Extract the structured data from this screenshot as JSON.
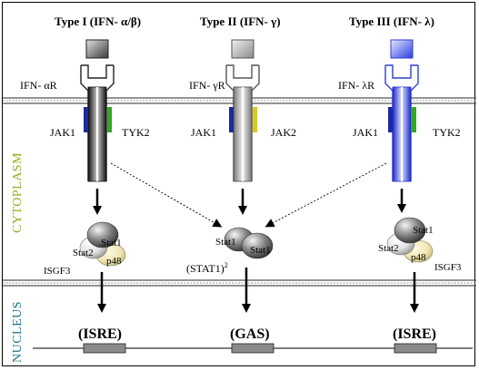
{
  "receptors": [
    {
      "type_title": "Type I (IFN- α/β)",
      "receptor": "IFN- αR",
      "jak_left": "JAK1",
      "jak_right": "TYK2"
    },
    {
      "type_title": "Type II (IFN- γ)",
      "receptor": "IFN- γR",
      "jak_left": "JAK1",
      "jak_right": "JAK2"
    },
    {
      "type_title": "Type III (IFN- λ)",
      "receptor": "IFN- λR",
      "jak_left": "JAK1",
      "jak_right": "TYK2"
    }
  ],
  "compartments": {
    "cytoplasm": "CYTOPLASM",
    "nucleus": "NUCLEUS"
  },
  "complexes": {
    "left": {
      "stat1": "Stat1",
      "stat2": "Stat2",
      "p48": "p48",
      "name": "ISGF3"
    },
    "center": {
      "stat1_a": "Stat1",
      "stat1_b": "Stat1",
      "name": "(STAT1)",
      "superscript": "2"
    },
    "right": {
      "stat1": "Stat1",
      "stat2": "Stat2",
      "p48": "p48",
      "name": "ISGF3"
    }
  },
  "elements": [
    "(ISRE)",
    "(GAS)",
    "(ISRE)"
  ],
  "colors": {
    "cytoplasm_label": "#8db020",
    "nucleus_label": "#1a6f8a",
    "type3_receptor": "#2e3fd6",
    "jak1": "#1a2aa0",
    "tyk2": "#2faa1f",
    "jak2": "#d8c820"
  }
}
